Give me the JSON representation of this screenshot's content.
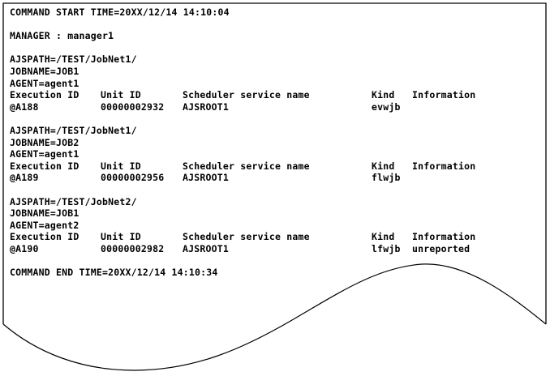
{
  "console": {
    "start_line": "COMMAND START TIME=20XX/12/14 14:10:04",
    "manager_line": "MANAGER : manager1",
    "end_line": "COMMAND END TIME=20XX/12/14 14:10:34",
    "columns": {
      "execution_id": "Execution ID",
      "unit_id": "Unit ID",
      "scheduler_service_name": "Scheduler service name",
      "kind": "Kind",
      "information": "Information"
    },
    "blocks": [
      {
        "ajspath": "AJSPATH=/TEST/JobNet1/",
        "jobname": "JOBNAME=JOB1",
        "agent": "AGENT=agent1",
        "record": {
          "execution_id": "@A188",
          "unit_id": "00000002932",
          "scheduler_service_name": "AJSROOT1",
          "kind": "evwjb",
          "information": ""
        }
      },
      {
        "ajspath": "AJSPATH=/TEST/JobNet1/",
        "jobname": "JOBNAME=JOB2",
        "agent": "AGENT=agent1",
        "record": {
          "execution_id": "@A189",
          "unit_id": "00000002956",
          "scheduler_service_name": "AJSROOT1",
          "kind": "flwjb",
          "information": ""
        }
      },
      {
        "ajspath": "AJSPATH=/TEST/JobNet2/",
        "jobname": "JOBNAME=JOB1",
        "agent": "AGENT=agent2",
        "record": {
          "execution_id": "@A190",
          "unit_id": "00000002982",
          "scheduler_service_name": "AJSROOT1",
          "kind": "lfwjb",
          "information": "unreported"
        }
      }
    ]
  },
  "style": {
    "text_color": "#000000",
    "background_color": "#ffffff",
    "border_color": "#000000"
  }
}
